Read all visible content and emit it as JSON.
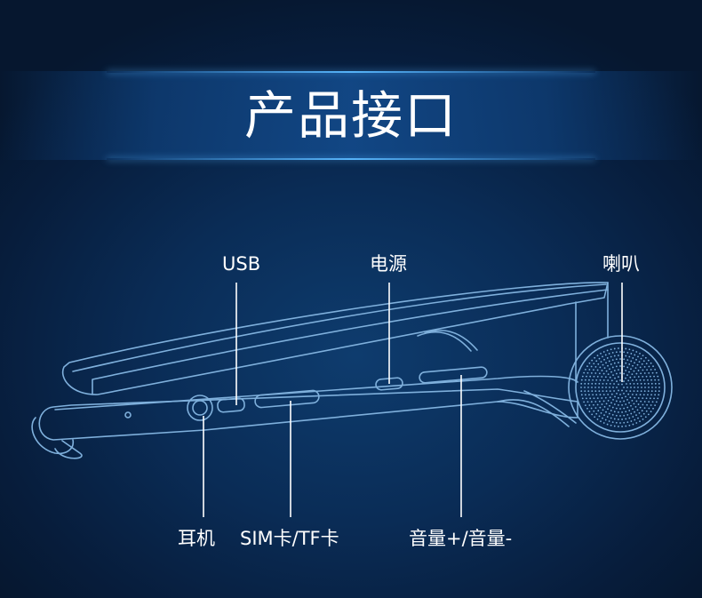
{
  "title": "产品接口",
  "labels": {
    "usb": "USB",
    "power": "电源",
    "speaker": "喇叭",
    "earphone": "耳机",
    "card_slot": "SIM卡/TF卡",
    "volume": "音量+/音量-"
  },
  "colors": {
    "background": "#0a2c56",
    "outline": "#7fb0dc",
    "pointer": "#ffffff",
    "title_text": "#ffffff"
  }
}
